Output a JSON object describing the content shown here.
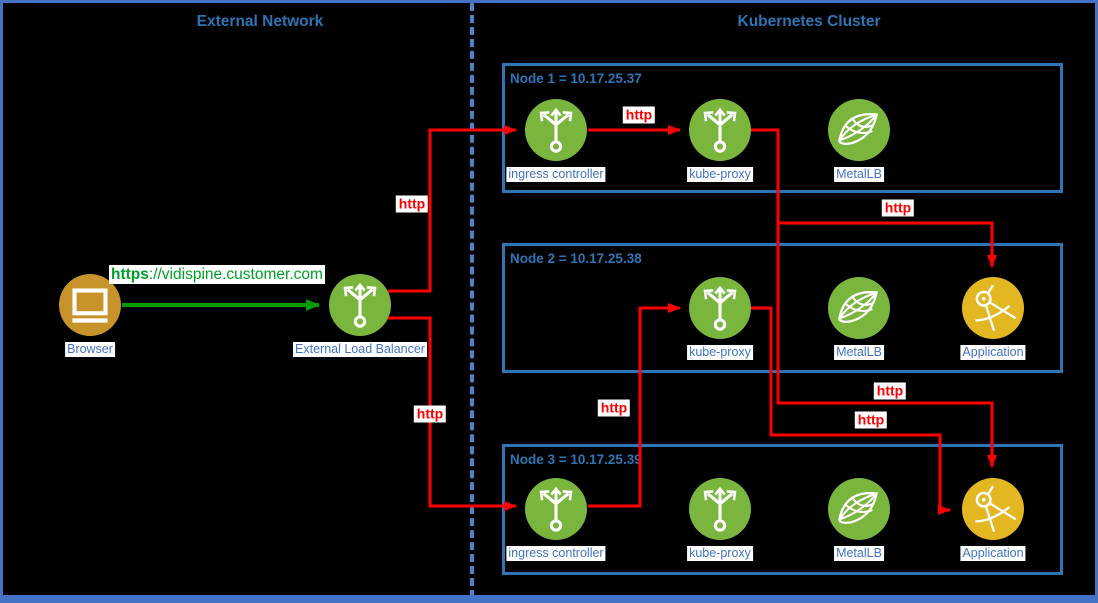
{
  "titles": {
    "external_network": "External Network",
    "kubernetes_cluster": "Kubernetes Cluster"
  },
  "external": {
    "browser_label": "Browser",
    "elb_label": "External Load Balancer",
    "url_scheme": "https",
    "url_rest": "://vidispine.customer.com"
  },
  "nodes": [
    {
      "title": "Node 1 = 10.17.25.37",
      "components": [
        {
          "label": "ingress controller"
        },
        {
          "label": "kube-proxy"
        },
        {
          "label": "MetalLB"
        }
      ]
    },
    {
      "title": "Node 2 = 10.17.25.38",
      "components": [
        {
          "label": "kube-proxy"
        },
        {
          "label": "MetalLB"
        },
        {
          "label": "Application"
        }
      ]
    },
    {
      "title": "Node 3 = 10.17.25.39",
      "components": [
        {
          "label": "ingress controller"
        },
        {
          "label": "kube-proxy"
        },
        {
          "label": "MetalLB"
        },
        {
          "label": "Application"
        }
      ]
    }
  ],
  "edges": {
    "http_label": "http"
  },
  "icons": {
    "browser": "monitor-icon",
    "load_balancer": "trident-load-balancer-icon",
    "metallb": "metallb-net-icon",
    "application": "compass-icon"
  },
  "colors": {
    "background": "#000000",
    "outer_border": "#4472C4",
    "node_border": "#2E75B6",
    "divider_dashed": "#4d82c6",
    "title_text": "#2E75B6",
    "label_text": "#4472C4",
    "green_circle": "#7AB53E",
    "browser_gold": "#C8932B",
    "application_gold": "#E3B722",
    "http_red": "#FF0000",
    "https_green": "#00A028"
  }
}
